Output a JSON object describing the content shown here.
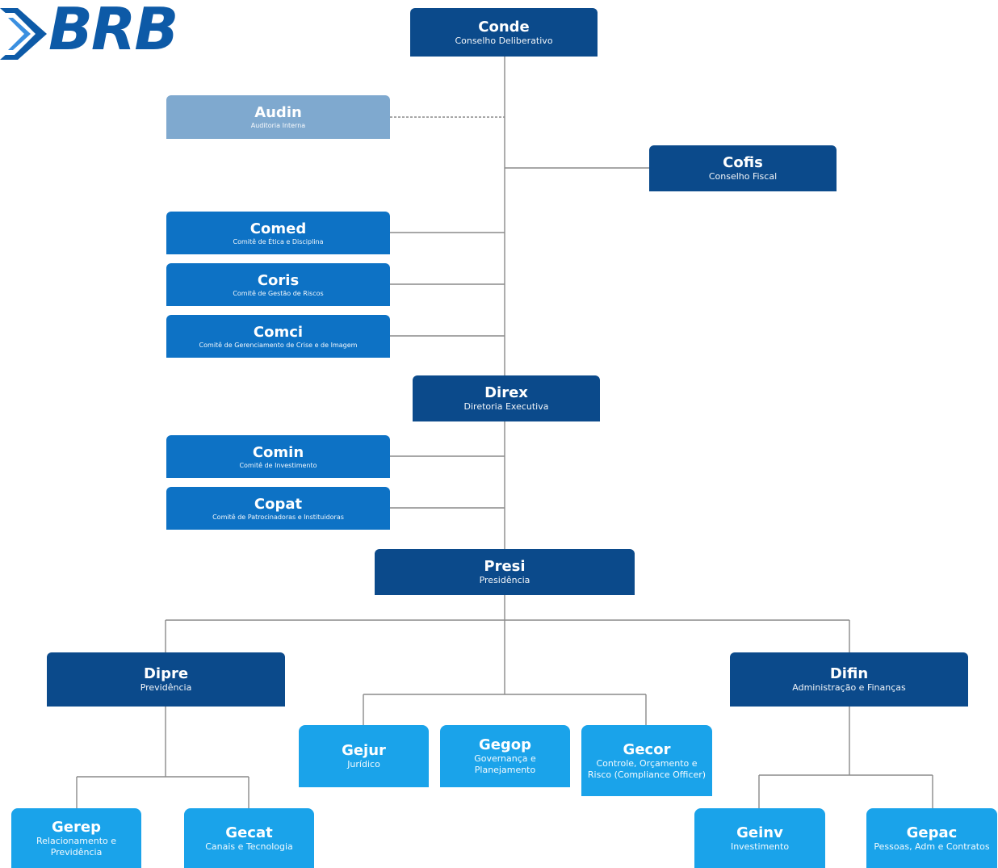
{
  "logo": {
    "text": "BRB"
  },
  "nodes": {
    "conde": {
      "abbr": "Conde",
      "full": "Conselho Deliberativo"
    },
    "audin": {
      "abbr": "Audin",
      "full": "Auditoria Interna"
    },
    "cofis": {
      "abbr": "Cofis",
      "full": "Conselho Fiscal"
    },
    "comed": {
      "abbr": "Comed",
      "full": "Comitê de Ética e Disciplina"
    },
    "coris": {
      "abbr": "Coris",
      "full": "Comitê de Gestão de Riscos"
    },
    "comci": {
      "abbr": "Comci",
      "full": "Comitê de Gerenciamento de Crise e de Imagem"
    },
    "direx": {
      "abbr": "Direx",
      "full": "Diretoria Executiva"
    },
    "comin": {
      "abbr": "Comin",
      "full": "Comitê de Investimento"
    },
    "copat": {
      "abbr": "Copat",
      "full": "Comitê de Patrocinadoras e Instituidoras"
    },
    "presi": {
      "abbr": "Presi",
      "full": "Presidência"
    },
    "dipre": {
      "abbr": "Dipre",
      "full": "Previdência"
    },
    "difin": {
      "abbr": "Difin",
      "full": "Administração e Finanças"
    },
    "gejur": {
      "abbr": "Gejur",
      "full": "Jurídico"
    },
    "gegop": {
      "abbr": "Gegop",
      "full": "Governança e Planejamento"
    },
    "gecor": {
      "abbr": "Gecor",
      "full": "Controle, Orçamento e Risco (Compliance Officer)"
    },
    "gerep": {
      "abbr": "Gerep",
      "full": "Relacionamento e Previdência"
    },
    "gecat": {
      "abbr": "Gecat",
      "full": "Canais e Tecnologia"
    },
    "geinv": {
      "abbr": "Geinv",
      "full": "Investimento"
    },
    "gepac": {
      "abbr": "Gepac",
      "full": "Pessoas, Adm e Contratos"
    }
  }
}
